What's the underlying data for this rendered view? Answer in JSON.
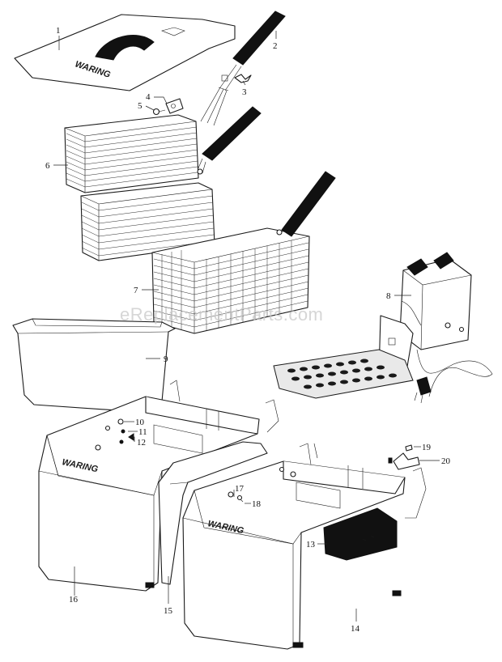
{
  "watermark": "eReplacementParts.com",
  "brand_label": "WARING",
  "callouts": [
    {
      "label": "1"
    },
    {
      "label": "2"
    },
    {
      "label": "3"
    },
    {
      "label": "4"
    },
    {
      "label": "5"
    },
    {
      "label": "6"
    },
    {
      "label": "7"
    },
    {
      "label": "8"
    },
    {
      "label": "9"
    },
    {
      "label": "10"
    },
    {
      "label": "11"
    },
    {
      "label": "12"
    },
    {
      "label": "13"
    },
    {
      "label": "14"
    },
    {
      "label": "15"
    },
    {
      "label": "16"
    },
    {
      "label": "17"
    },
    {
      "label": "18"
    },
    {
      "label": "19"
    },
    {
      "label": "20"
    }
  ]
}
